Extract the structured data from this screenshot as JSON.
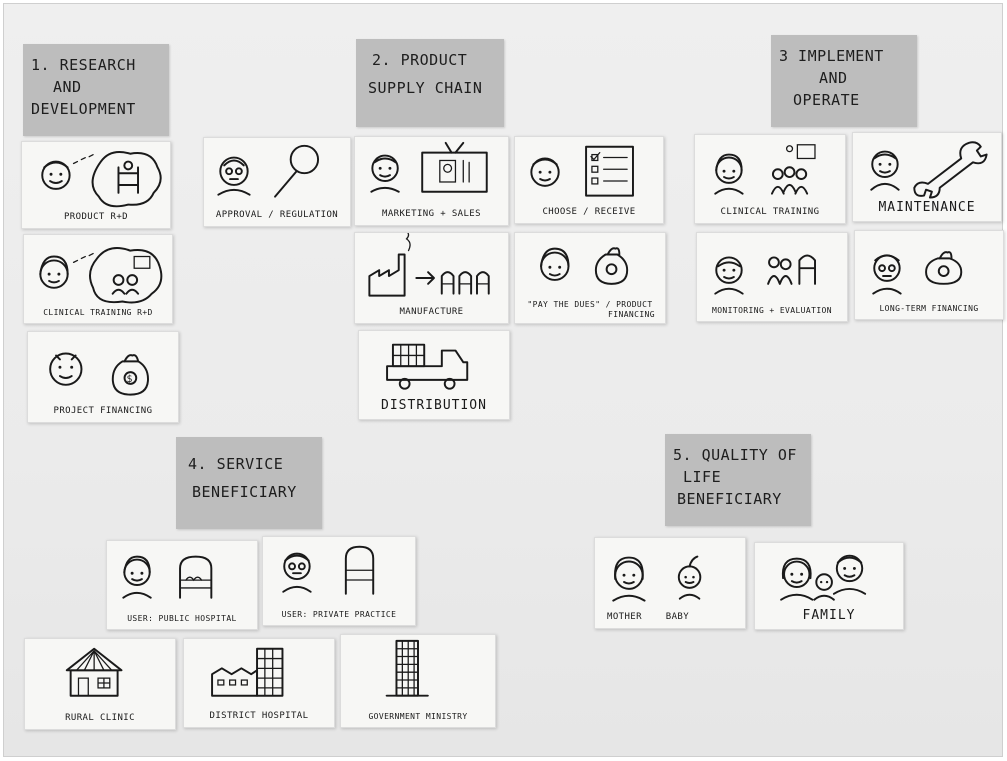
{
  "headers": {
    "research": [
      "1. RESEARCH",
      "AND",
      "DEVELOPMENT"
    ],
    "supply": [
      "2. PRODUCT",
      "SUPPLY CHAIN"
    ],
    "implement": [
      "3 IMPLEMENT",
      "AND",
      "OPERATE"
    ],
    "service": [
      "4. SERVICE",
      "BENEFICIARY"
    ],
    "quality": [
      "5. QUALITY OF",
      "LIFE",
      "BENEFICIARY"
    ]
  },
  "notes": {
    "product_rd": "PRODUCT R+D",
    "clinical_training_rd": "CLINICAL TRAINING R+D",
    "project_financing": "PROJECT FINANCING",
    "approval_regulation": "APPROVAL / REGULATION",
    "marketing_sales": "MARKETING + SALES",
    "choose_receive": "CHOOSE / RECEIVE",
    "manufacture": "MANUFACTURE",
    "pay_the_dues_line1": "\"PAY THE DUES\" / PRODUCT",
    "pay_the_dues_line2": "FINANCING",
    "distribution": "DISTRIBUTION",
    "clinical_training": "CLINICAL TRAINING",
    "maintenance": "MAINTENANCE",
    "monitoring_evaluation": "MONITORING + EVALUATION",
    "long_term_financing": "LONG-TERM FINANCING",
    "user_public_hospital": "USER: PUBLIC HOSPITAL",
    "user_private_practice": "USER: PRIVATE PRACTICE",
    "rural_clinic": "RURAL CLINIC",
    "district_hospital": "DISTRICT HOSPITAL",
    "government_ministry": "GOVERNMENT MINISTRY",
    "mother": "MOTHER",
    "baby": "BABY",
    "family": "FAMILY"
  },
  "icons": {
    "money_bag_symbol": "$"
  }
}
